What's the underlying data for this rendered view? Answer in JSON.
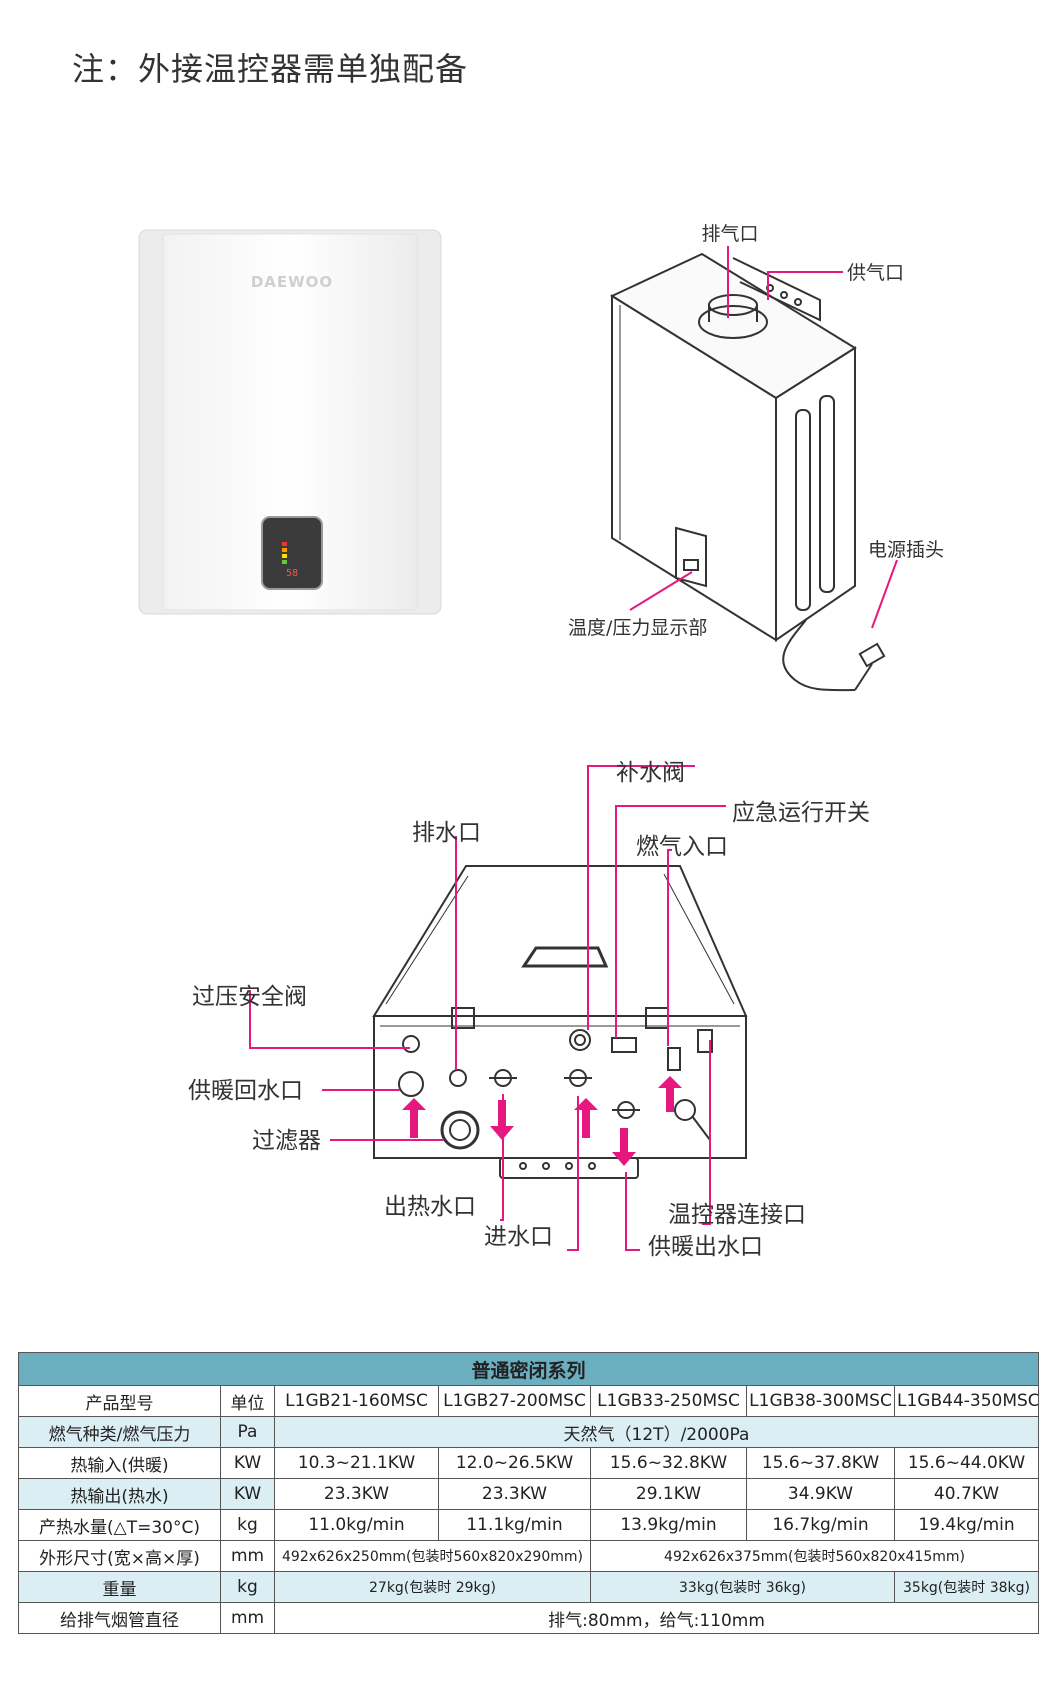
{
  "note": "注：外接温控器需单独配备",
  "brand": "DAEWOO",
  "display": {
    "readout": "58"
  },
  "side_diagram_labels": {
    "exhaust": "排气口",
    "intake": "供气口",
    "power_plug": "电源插头",
    "display": "温度/压力显示部"
  },
  "bottom_diagram_labels": {
    "refill_valve": "补水阀",
    "emergency_switch": "应急运行开关",
    "drain": "排水口",
    "gas_inlet": "燃气入口",
    "pressure_relief": "过压安全阀",
    "heating_return": "供暖回水口",
    "filter": "过滤器",
    "hot_outlet": "出热水口",
    "water_inlet": "进水口",
    "thermostat_port": "温控器连接口",
    "heating_outlet": "供暖出水口"
  },
  "table": {
    "title": "普通密闭系列",
    "rows": {
      "model": {
        "label": "产品型号",
        "unit": "单位",
        "values": [
          "L1GB21-160MSC",
          "L1GB27-200MSC",
          "L1GB33-250MSC",
          "L1GB38-300MSC",
          "L1GB44-350MSC"
        ]
      },
      "gas": {
        "label": "燃气种类/燃气压力",
        "unit": "Pa",
        "value": "天然气（12T）/2000Pa"
      },
      "heat_in": {
        "label": "热输入(供暖)",
        "unit": "KW",
        "values": [
          "10.3~21.1KW",
          "12.0~26.5KW",
          "15.6~32.8KW",
          "15.6~37.8KW",
          "15.6~44.0KW"
        ]
      },
      "heat_out": {
        "label": "热输出(热水)",
        "unit": "KW",
        "values": [
          "23.3KW",
          "23.3KW",
          "29.1KW",
          "34.9KW",
          "40.7KW"
        ]
      },
      "hot_water": {
        "label": "产热水量(△T=30°C)",
        "unit": "kg",
        "values": [
          "11.0kg/min",
          "11.1kg/min",
          "13.9kg/min",
          "16.7kg/min",
          "19.4kg/min"
        ]
      },
      "dimensions": {
        "label": "外形尺寸(宽×高×厚)",
        "unit": "mm",
        "values": [
          "492x626x250mm(包装时560x820x290mm)",
          "492x626x375mm(包装时560x820x415mm)"
        ]
      },
      "weight": {
        "label": "重量",
        "unit": "kg",
        "values": [
          "27kg(包装时 29kg)",
          "33kg(包装时 36kg)",
          "35kg(包装时 38kg)"
        ]
      },
      "flue": {
        "label": "给排气烟管直径",
        "unit": "mm",
        "value": "排气:80mm，给气:110mm"
      }
    }
  },
  "colors": {
    "accent": "#e6177e",
    "table_header": "#6aaec0",
    "row_alt": "#dbeef4"
  }
}
